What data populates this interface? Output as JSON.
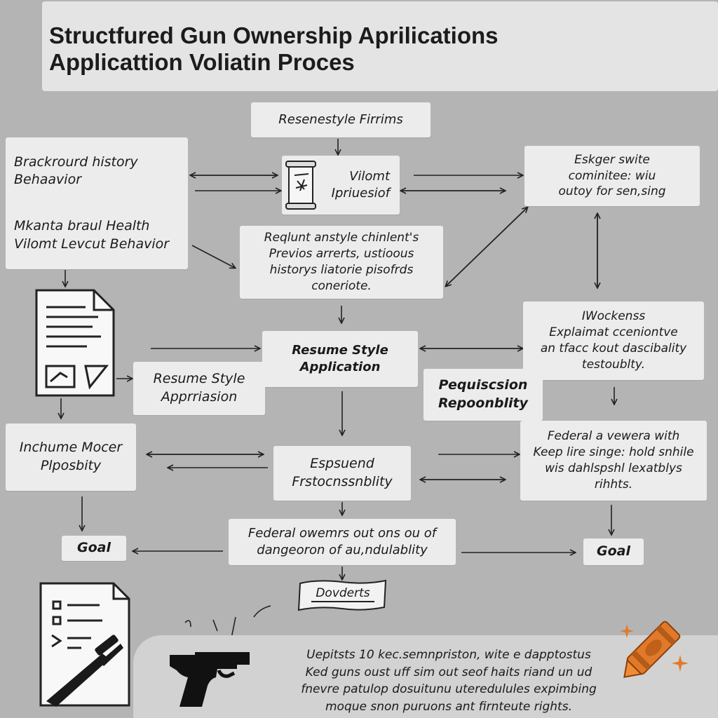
{
  "title": {
    "line1": "Structfured Gun Ownership Aprilications",
    "line2": "Applicattion Voliatin Proces"
  },
  "boxes": {
    "top_center": "Resenestyle Firrims",
    "left_top": {
      "line1": "Brackrourd history",
      "line2": "Behaavior",
      "line3": "Mkanta braul Health",
      "line4": "Vilomt Levcut Behavior"
    },
    "violent": {
      "line1": "Vilomt",
      "line2": "Ipriuesiof"
    },
    "right_top": {
      "line1": "Eskger swite",
      "line2": "cominitee: wiu",
      "line3": "outoy for sen,sing"
    },
    "center_text": {
      "line1": "Reqlunt anstyle chinlent's",
      "line2": "Previos arrerts, ustioous",
      "line3": "historys liatorie pisofrds",
      "line4": "coneriote."
    },
    "resume_center": {
      "line1": "Resume Style",
      "line2": "Application"
    },
    "right_mid": {
      "line1": "IWockenss",
      "line2": "Explaimat cceniontve",
      "line3": "an tfacc kout dascibality",
      "line4": "testoublty."
    },
    "resume_left": {
      "line1": "Resume Style",
      "line2": "Apprriasion"
    },
    "pequiscsion": {
      "line1": "Pequiscsion",
      "line2": "Repoonblity"
    },
    "inchume": {
      "line1": "Inchume Mocer",
      "line2": "Plposbity"
    },
    "espsuend": {
      "line1": "Espsuend",
      "line2": "Frstocnssnblity"
    },
    "federal_right": {
      "line1": "Federal  a vewera with",
      "line2": "Keep lire singe: hold snhile",
      "line3": "wis dahlspshl lexatblys",
      "line4": "rihhts."
    },
    "federal_center": {
      "line1": "Federal owemrs out ons ou of",
      "line2": "dangeoron of au,ndulablity"
    },
    "goal_left": "Goal",
    "goal_right": "Goal",
    "banner": "Dovderts"
  },
  "bottom_note": {
    "line1": "Uepitsts 10 kec.semnpriston, wite e dapptostus",
    "line2": "Ked guns oust uff sim out seof haits riand un ud",
    "line3": "fnevre patulop dosuitunu uteredulules expimbing",
    "line4": "moque snon puruons ant firnteute rights."
  },
  "icons": [
    "document-icon",
    "scroll-icon",
    "rifle-document-icon",
    "pistol-icon",
    "crayon-icon",
    "sparkle-icon"
  ],
  "colors": {
    "background": "#b4b4b4",
    "box": "#ececec",
    "crayon": "#e07a2a"
  }
}
